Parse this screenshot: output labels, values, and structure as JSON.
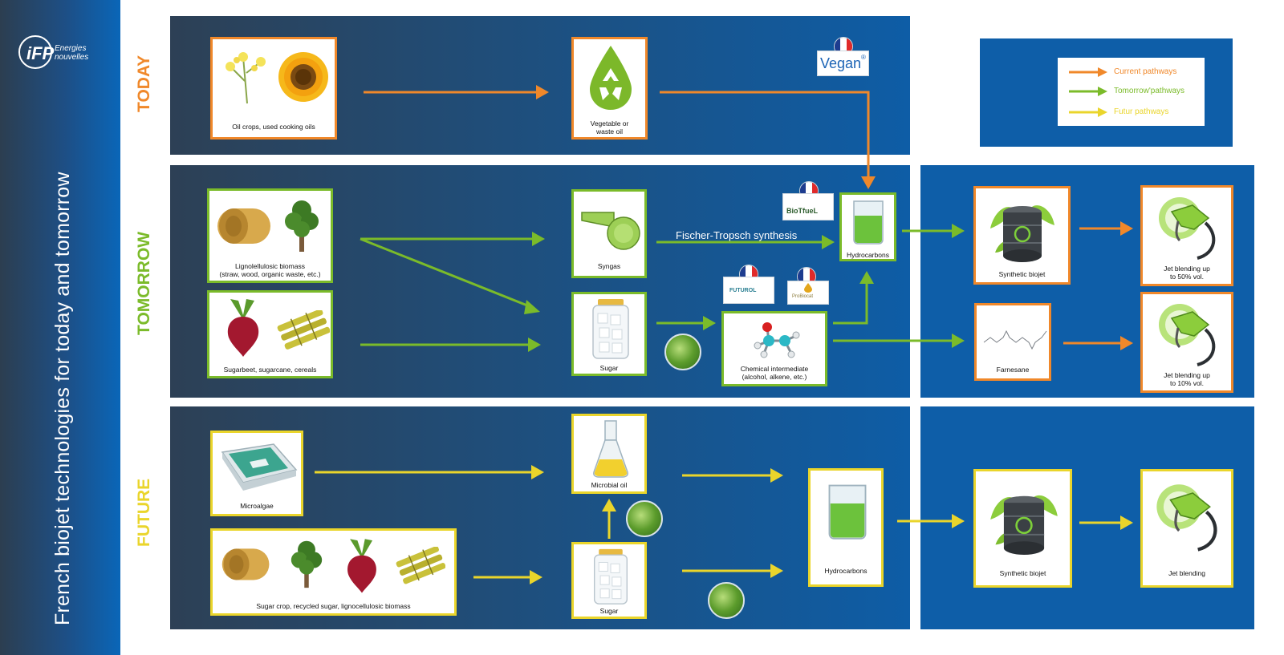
{
  "sidebar": {
    "logo_text_line1": "Energies",
    "logo_text_line2": "nouvelles",
    "title": "French biojet technologies for today and tomorrow"
  },
  "rows": {
    "today": "TODAY",
    "tomorrow": "TOMORROW",
    "future": "FUTURE"
  },
  "legend": {
    "current": "Current pathways",
    "tomorrow": "Tomorrow'pathways",
    "future": "Futur pathways"
  },
  "badges": {
    "vegan": "Vegan",
    "vegan_sup": "®",
    "biotfuel": "BioTfueL",
    "futurol": "FUTUROL",
    "biocatalyst": "ProBiocat"
  },
  "cards": {
    "oil_crops": "Oil crops, used cooking oils",
    "vegetable_oil_1": "Vegetable or",
    "vegetable_oil_2": "waste oil",
    "ligno_1": "Lignolellulosic biomass",
    "ligno_2": "(straw, wood, organic waste, etc.)",
    "sugarbeet": "Sugarbeet, sugarcane, cereals",
    "syngas": "Syngas",
    "sugar": "Sugar",
    "hydrocarbons": "Hydrocarbons",
    "chem_1": "Chemical intermediate",
    "chem_2": "(alcohol, alkene, etc.)",
    "synthetic_biojet": "Synthetic biojet",
    "farnesane": "Farnesane",
    "jet50_1": "Jet blending up",
    "jet50_2": "to 50% vol.",
    "jet10_1": "Jet blending up",
    "jet10_2": "to 10% vol.",
    "microalgae": "Microalgae",
    "microbial_oil": "Microbial oil",
    "sugar_mix": "Sugar crop, recycled sugar, lignocellulosic biomass",
    "sugar_future": "Sugar",
    "hydrocarbons_future": "Hydrocarbons",
    "synthetic_biojet_future": "Synthetic biojet",
    "jet_blending": "Jet blending"
  },
  "labels": {
    "fischer_tropsch": "Fischer-Tropsch synthesis"
  },
  "colors": {
    "current": "#f0882a",
    "tomorrow": "#7bbb2a",
    "future": "#ead52b",
    "panel_blue": "#0e5ea8",
    "panel_dark": "#2d4055"
  }
}
